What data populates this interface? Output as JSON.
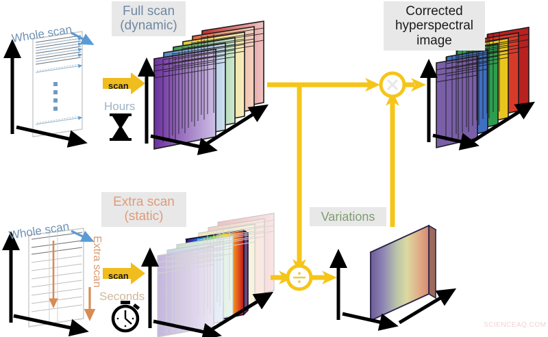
{
  "diagram": {
    "title_labels": {
      "full_scan": "Full scan\n(dynamic)",
      "extra_scan": "Extra scan\n(static)",
      "corrected": "Corrected\nhyperspectral\nimage",
      "variations": "Variations"
    },
    "process_arrows": {
      "scan_top": "scan",
      "scan_bottom": "scan",
      "duration_top": "Hours",
      "duration_bottom": "Seconds"
    },
    "axis_labels": {
      "whole_scan_top": "Whole  scan",
      "whole_scan_bottom": "Whole  scan",
      "extra_scan_vertical": "Extra scan"
    },
    "operators": {
      "multiply": "×",
      "divide": "÷"
    },
    "icons": {
      "hourglass": "hourglass-icon",
      "stopwatch": "stopwatch-icon"
    },
    "watermark": "SCIENCEAQ.COM",
    "colors": {
      "accent_yellow": "#f5c518",
      "scan_arrow": "#f0bc1e",
      "label_bg": "#e8e8e8",
      "full_scan_text": "#6f87a3",
      "extra_scan_text": "#e09b78",
      "variations_text": "#7f9c72",
      "blue_arrow": "#5b9bd5",
      "orange_arrow": "#d88b54"
    },
    "cubes": {
      "full_scan_cube": {
        "name": "hyperspectral-cube-dynamic",
        "plane_colors": [
          "#7a3fa8",
          "#4f86c6",
          "#3f9d4f",
          "#e8c832",
          "#e05a3a",
          "#c02b2b"
        ],
        "style": "gradient-fade"
      },
      "extra_scan_cube": {
        "name": "hyperspectral-cube-static",
        "plane_colors": [
          "#b9aed0",
          "#b9cbe2",
          "#b9ddc2",
          "#ece2b0",
          "#efc6b8",
          "#e8b4b4"
        ],
        "highlight_plane": "rainbow",
        "style": "faded"
      },
      "corrected_cube": {
        "name": "hyperspectral-cube-corrected",
        "plane_colors": [
          "#7a5fa8",
          "#3f6fc0",
          "#2f9d4f",
          "#e8c51e",
          "#d83a2a",
          "#b92020"
        ],
        "style": "solid"
      },
      "variation_plane": {
        "name": "variation-slab",
        "style": "soft-spectral-gradient"
      },
      "spectral_plane": {
        "name": "spectral-slab",
        "style": "rainbow-gradient"
      }
    }
  }
}
